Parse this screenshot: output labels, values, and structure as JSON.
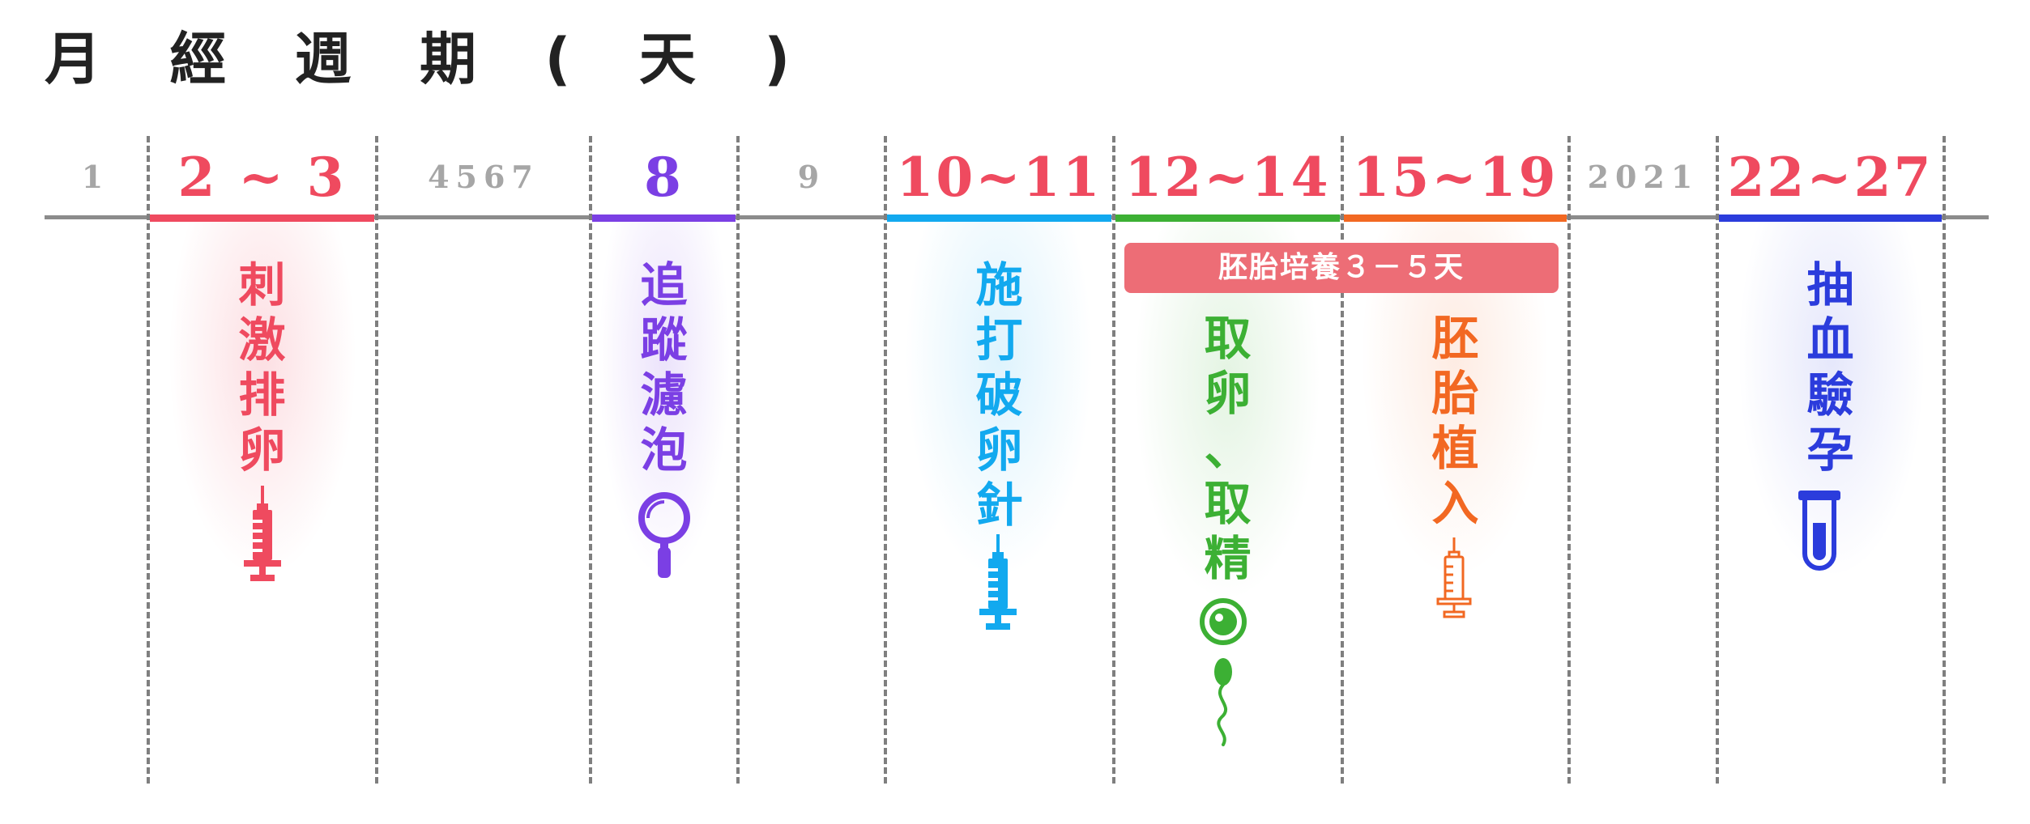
{
  "title": "月 經 週 期 ( 天 )",
  "colors": {
    "red": "#ef4a5f",
    "purple": "#7b3fe4",
    "cyan": "#12a9ef",
    "green": "#3cb034",
    "orange": "#f26822",
    "blue": "#2b3cdc",
    "banner": "#ed6d76",
    "minor": "#a6a6a6",
    "axis": "#8c8c8c"
  },
  "timeline": {
    "days": [
      {
        "label": "1",
        "kind": "minor"
      },
      {
        "label": "2 ~ 3",
        "kind": "major",
        "color": "#ef4a5f"
      },
      {
        "label": "4567",
        "kind": "minor"
      },
      {
        "label": "8",
        "kind": "major",
        "color": "#7b3fe4"
      },
      {
        "label": "9",
        "kind": "minor"
      },
      {
        "label": "10~11",
        "kind": "major",
        "color": "#12a9ef"
      },
      {
        "label": "12~14",
        "kind": "major",
        "color": "#3cb034"
      },
      {
        "label": "15~19",
        "kind": "major",
        "color": "#f26822"
      },
      {
        "label": "2021",
        "kind": "minor"
      },
      {
        "label": "22~27",
        "kind": "major",
        "color": "#2b3cdc"
      }
    ]
  },
  "phases": [
    {
      "text": "刺\n激\n排\n卵",
      "icon": "syringe-icon",
      "color": "#ef4a5f"
    },
    {
      "text": "追\n蹤\n濾\n泡",
      "icon": "magnifier-icon",
      "color": "#7b3fe4"
    },
    {
      "text": "施\n打\n破\n卵\n針",
      "icon": "syringe-icon",
      "color": "#12a9ef"
    },
    {
      "text": "取\n卵\n、\n取\n精",
      "icon": "egg-sperm-icon",
      "color": "#3cb034"
    },
    {
      "text": "胚\n胎\n植\n入",
      "icon": "syringe-outline-icon",
      "color": "#f26822"
    },
    {
      "text": "抽\n血\n驗\n孕",
      "icon": "test-tube-icon",
      "color": "#2b3cdc"
    }
  ],
  "banner": {
    "text": "胚胎培養３－５天"
  }
}
